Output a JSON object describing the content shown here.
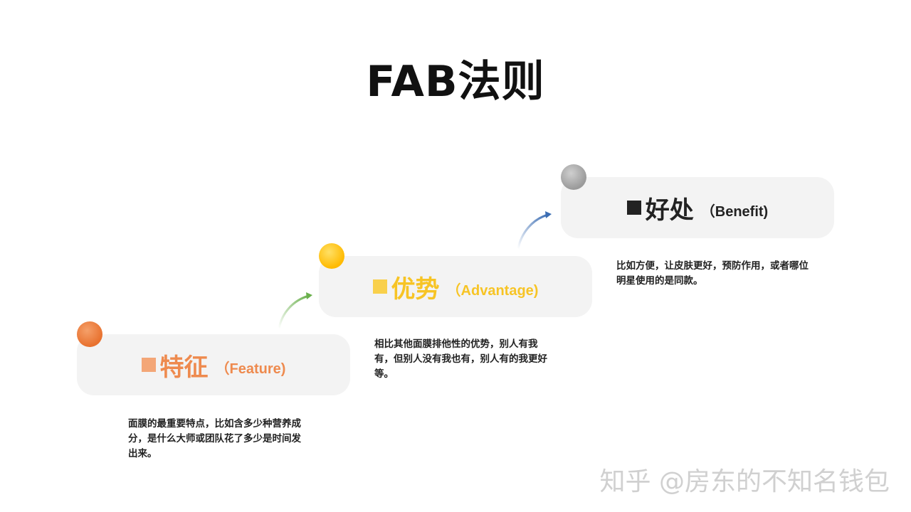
{
  "title": "FAB法则",
  "steps": [
    {
      "title": "特征",
      "subtitle": "（Feature)",
      "color": "#ee8a4e",
      "square_color": "#f3a677",
      "dot_color": "#ea7a36",
      "description": "面膜的最重要特点，比如含多少种营养成分，是什么大师或团队花了多少是时间发出来。"
    },
    {
      "title": "优势",
      "subtitle": "（Advantage)",
      "color": "#f7c425",
      "square_color": "#f9d04b",
      "dot_color": "#ffc107",
      "description": "相比其他面膜排他性的优势，别人有我有，但别人没有我也有，别人有的我更好等。"
    },
    {
      "title": "好处",
      "subtitle": "（Benefit)",
      "color": "#222222",
      "square_color": "#222222",
      "dot_color": "#a6a6a6",
      "description": "比如方便，让皮肤更好，预防作用，或者哪位明星使用的是同款。"
    }
  ],
  "arrow_colors": [
    "#6ab04c",
    "#3b6db3"
  ],
  "watermark": "知乎 @房东的不知名钱包"
}
